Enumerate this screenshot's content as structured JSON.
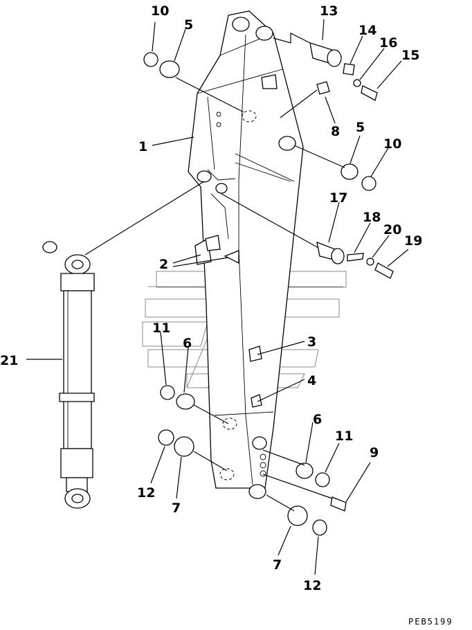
{
  "diagram": {
    "callouts": [
      "10",
      "5",
      "13",
      "14",
      "16",
      "15",
      "8",
      "1",
      "5",
      "10",
      "17",
      "18",
      "20",
      "19",
      "2",
      "3",
      "11",
      "6",
      "4",
      "21",
      "6",
      "11",
      "9",
      "12",
      "7",
      "7",
      "12"
    ],
    "drawing_code": "PEB5199"
  }
}
